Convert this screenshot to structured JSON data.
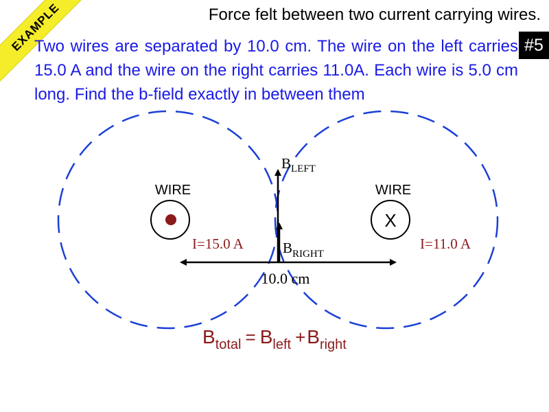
{
  "banner": {
    "label": "EXAMPLE"
  },
  "header": {
    "title": "Force felt between two current carrying wires.",
    "badge": "#5"
  },
  "problem": {
    "text": "Two wires are separated by 10.0 cm. The wire on the left carries 15.0 A and the wire on the right carries 11.0A. Each wire is 5.0 cm long. Find the b-field exactly in between them"
  },
  "diagram": {
    "left_wire": {
      "label": "WIRE",
      "current": "I=15.0 A",
      "symbol": "dot-out-of-page"
    },
    "right_wire": {
      "label": "WIRE",
      "current": "I=11.0 A",
      "symbol": "X"
    },
    "b_left": {
      "base": "B",
      "sub": "LEFT"
    },
    "b_right": {
      "base": "B",
      "sub": "RIGHT"
    },
    "separation": "10.0 cm",
    "equation": {
      "lhs_base": "B",
      "lhs_sub": "total",
      "equals": "=",
      "term1_base": "B",
      "term1_sub": "left",
      "plus": "+",
      "term2_base": "B",
      "term2_sub": "right"
    },
    "colors": {
      "field_lines": "#1a3fd6",
      "current_text": "#8b1a1a",
      "dot": "#8b1a1a",
      "equation": "#8b1a1a",
      "problem_text": "#1a1ae6"
    }
  }
}
